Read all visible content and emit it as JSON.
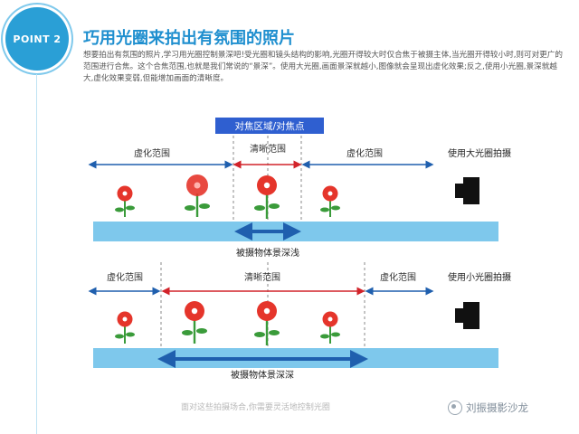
{
  "badge": {
    "label": "POINT 2"
  },
  "title": "巧用光圈来拍出有氛围的照片",
  "description": "想要拍出有氛围的照片,学习用光圈控制景深吧!受光圈和镜头结构的影响,光圈开得较大时仅合焦于被摄主体,当光圈开得较小时,则可对更广的范围进行合焦。这个合焦范围,也就是我们常说的“景深”。使用大光圈,画面景深就越小,图像就会呈现出虚化效果;反之,使用小光圈,景深就越大,虚化效果变弱,但能增加画面的清晰度。",
  "focus_label": "对焦区域/对焦点",
  "top": {
    "left_label": "虚化范围",
    "center_label": "清晰范围",
    "right_label": "虚化范围",
    "camera_label": "使用大光圈拍摄",
    "depth_label": "被摄物体景深浅"
  },
  "bottom": {
    "left_label": "虚化范围",
    "center_label": "清晰范围",
    "right_label": "虚化范围",
    "camera_label": "使用小光圈拍摄",
    "depth_label": "被摄物体景深深"
  },
  "footer": "面对这些拍摄场合,你需要灵活地控制光圈",
  "watermark": "刘振摄影沙龙",
  "colors": {
    "accent": "#1f8fcf",
    "blue_arrow": "#1f5fae",
    "red_arrow": "#d2232a",
    "ground": "#7ec8ec",
    "focus_box": "#2f5fd0"
  }
}
